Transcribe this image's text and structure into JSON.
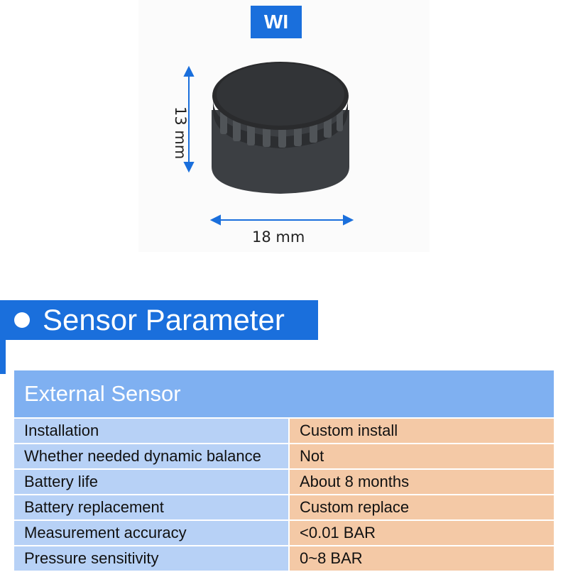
{
  "product": {
    "badge": "WI",
    "height_label": "13 mm",
    "width_label": "18 mm"
  },
  "section": {
    "title": "Sensor Parameter"
  },
  "table": {
    "header": "External Sensor",
    "rows": [
      {
        "name": "Installation",
        "value": "Custom install"
      },
      {
        "name": "Whether needed dynamic balance",
        "value": "Not"
      },
      {
        "name": "Battery life",
        "value": "About 8 months"
      },
      {
        "name": "Battery replacement",
        "value": "Custom replace"
      },
      {
        "name": "Measurement accuracy",
        "value": "<0.01 BAR"
      },
      {
        "name": "Pressure sensitivity",
        "value": "0~8 BAR"
      }
    ]
  },
  "colors": {
    "accent": "#1a6fdc",
    "header_bg": "#7fb0f1",
    "name_bg": "#b7d1f6",
    "value_bg": "#f4c9a6"
  }
}
